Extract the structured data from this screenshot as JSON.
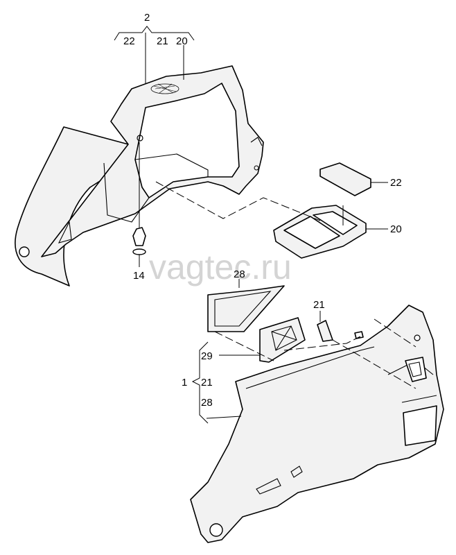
{
  "watermark": "vagtec.ru",
  "callouts": {
    "group_top_number": "2",
    "group_top_item_a": "22",
    "group_top_item_b": "21",
    "group_top_item_c": "20",
    "floor_cover": "22",
    "storage_tray": "20",
    "clip": "14",
    "mat": "28",
    "lid_small": "21",
    "group_bottom_number": "1",
    "group_bottom_item_a": "29",
    "group_bottom_item_b": "21",
    "group_bottom_item_c": "28"
  }
}
